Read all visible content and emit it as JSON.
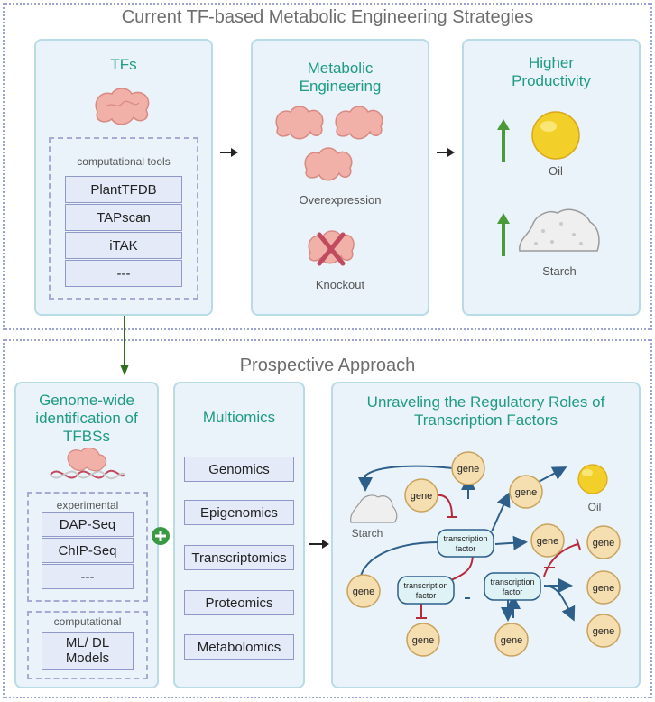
{
  "top": {
    "title": "Current TF-based Metabolic Engineering Strategies",
    "tfs": {
      "title": "TFs",
      "tools_label": "computational tools",
      "tools": [
        "PlantTFDB",
        "TAPscan",
        "iTAK",
        "---"
      ]
    },
    "metabolic": {
      "title_line1": "Metabolic",
      "title_line2": "Engineering",
      "overexpression": "Overexpression",
      "knockout": "Knockout"
    },
    "productivity": {
      "title_line1": "Higher",
      "title_line2": "Productivity",
      "oil": "Oil",
      "starch": "Starch"
    }
  },
  "bottom": {
    "title": "Prospective Approach",
    "genome": {
      "title_line1": "Genome-wide",
      "title_line2": "identification of",
      "title_line3": "TFBSs",
      "experimental_label": "experimental",
      "experimental": [
        "DAP-Seq",
        "ChIP-Seq",
        "---"
      ],
      "computational_label": "computational",
      "computational_line1": "ML/ DL",
      "computational_line2": "Models"
    },
    "multiomics": {
      "title": "Multiomics",
      "items": [
        "Genomics",
        "Epigenomics",
        "Transcriptomics",
        "Proteomics",
        "Metabolomics"
      ]
    },
    "regulatory": {
      "title_line1": "Unraveling the Regulatory Roles of",
      "title_line2": "Transcription Factors",
      "gene": "gene",
      "tf_line1": "transcription",
      "tf_line2": "factor",
      "starch": "Starch",
      "oil": "Oil"
    }
  },
  "colors": {
    "accent": "#1f9a84",
    "panel_bg": "#e9f3f9",
    "panel_border": "#b8dbe6",
    "gene_fill": "#f5deb0",
    "gene_stroke": "#c9a25c",
    "activation": "#2e5f8a",
    "repression": "#b52b3c",
    "up_arrow": "#4a9a3a"
  }
}
